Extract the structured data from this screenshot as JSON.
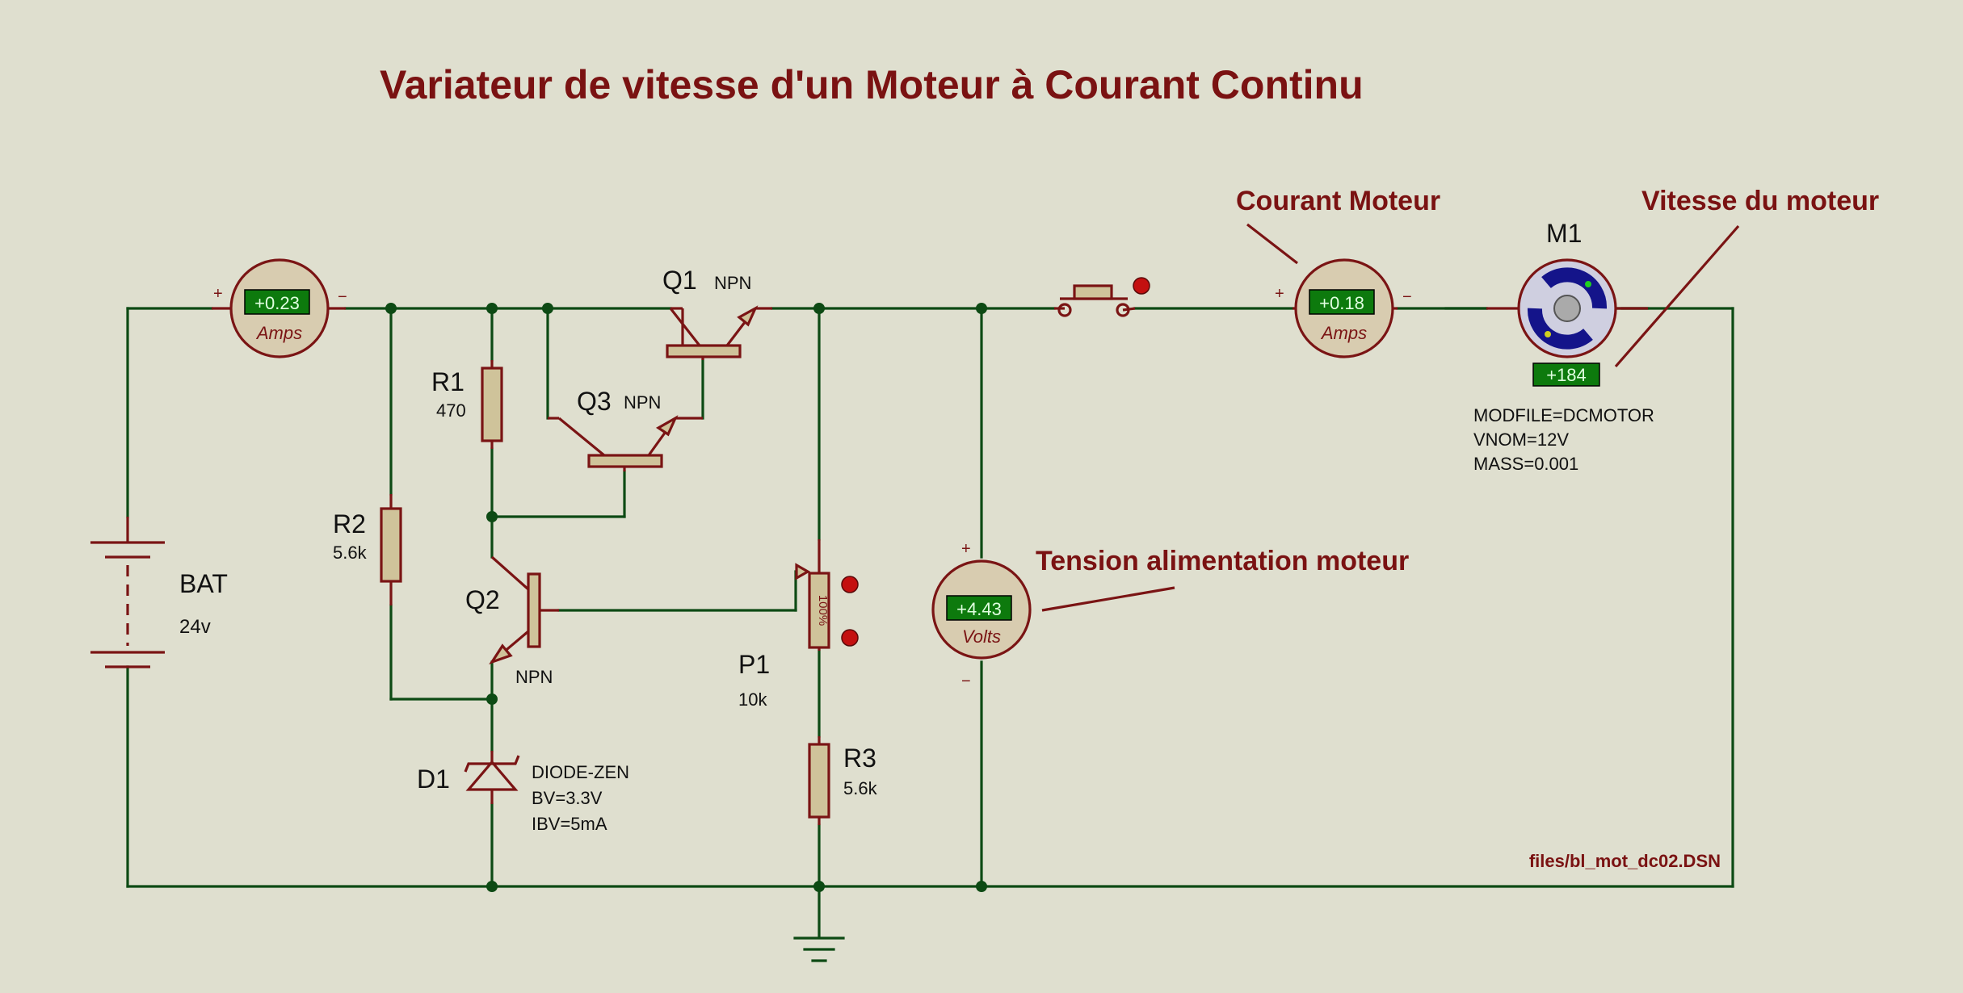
{
  "title": "Variateur de vitesse d'un Moteur à Courant Continu",
  "annotations": {
    "current": "Courant Moteur",
    "speed": "Vitesse du moteur",
    "voltage": "Tension alimentation moteur",
    "file": "files/bl_mot_dc02.DSN"
  },
  "battery": {
    "ref": "BAT",
    "value": "24v"
  },
  "ammeter1": {
    "reading": "+0.23",
    "unit": "Amps",
    "plus": "+",
    "minus": "−"
  },
  "ammeter2": {
    "reading": "+0.18",
    "unit": "Amps",
    "plus": "+",
    "minus": "−"
  },
  "voltmeter": {
    "reading": "+4.43",
    "unit": "Volts",
    "plus": "+",
    "minus": "−"
  },
  "motor": {
    "ref": "M1",
    "speed": "+184",
    "params": [
      "MODFILE=DCMOTOR",
      "VNOM=12V",
      "MASS=0.001"
    ]
  },
  "r1": {
    "ref": "R1",
    "value": "470"
  },
  "r2": {
    "ref": "R2",
    "value": "5.6k"
  },
  "r3": {
    "ref": "R3",
    "value": "5.6k"
  },
  "p1": {
    "ref": "P1",
    "value": "10k",
    "wiper": "100%"
  },
  "q1": {
    "ref": "Q1",
    "type": "NPN"
  },
  "q2": {
    "ref": "Q2",
    "type": "NPN"
  },
  "q3": {
    "ref": "Q3",
    "type": "NPN"
  },
  "d1": {
    "ref": "D1",
    "params": [
      "DIODE-ZEN",
      "BV=3.3V",
      "IBV=5mA"
    ]
  },
  "colors": {
    "background": "#dfdfcf",
    "wire": "#0d4a14",
    "component": "#7a1414",
    "annotation": "#7a1212",
    "lcd": "#0d7a0d"
  }
}
